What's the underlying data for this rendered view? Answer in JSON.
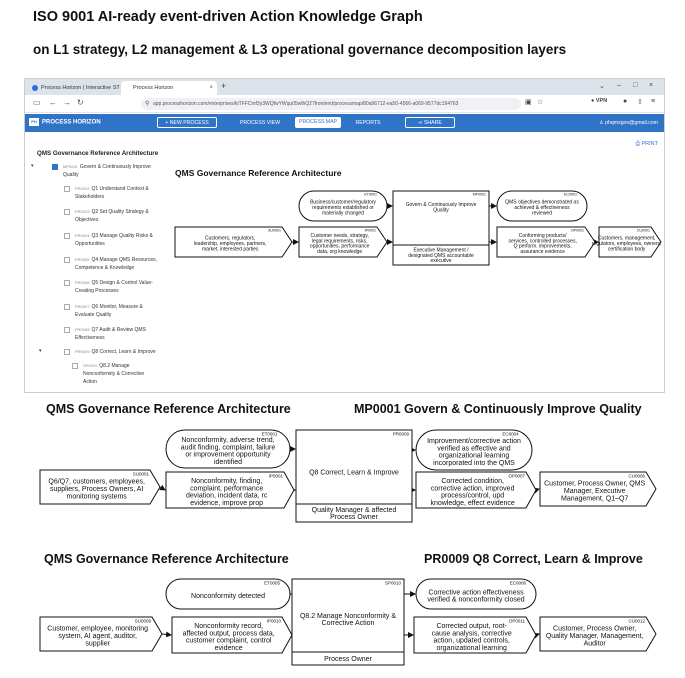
{
  "headings": {
    "line1": "ISO 9001 AI-ready event-driven Action Knowledge Graph",
    "line2": "on L1 strategy, L2 management & L3 operational governance decomposition layers"
  },
  "browser": {
    "tabs": [
      {
        "label": "Process Horizon | Interactive ST ×",
        "active": false
      },
      {
        "label": "Process Horizon",
        "active": true
      }
    ],
    "url": "app.processhorizon.com/enterprises/kiTFFCmf3y3WQfwYWqu05wlhQ27frontend/processmap/80a96712-ea50-4566-a069-9577dc194763",
    "vpn_label": "VPN"
  },
  "app": {
    "logo": "PROCESS HORIZON",
    "logo_mark": "PH",
    "new_process": "+ NEW PROCESS",
    "nav": [
      "PROCESS VIEW",
      "PROCESS MAP",
      "REPORTS"
    ],
    "share": "SHARE",
    "user": "phqmsgov@gmail.com",
    "print": "PRINT"
  },
  "sidebar": {
    "title": "QMS Governance Reference Architecture",
    "items": [
      {
        "code": "MP0001",
        "text": "Govern & Continuously Improve Quality",
        "checked": true
      },
      {
        "code": "PR0002",
        "text": "Q1 Understand Context & Stakeholders",
        "checked": false
      },
      {
        "code": "PR0003",
        "text": "Q2 Set Quality Strategy & Objectives",
        "checked": false
      },
      {
        "code": "PR0004",
        "text": "Q3 Manage Quality Risks & Opportunities",
        "checked": false
      },
      {
        "code": "PR0005",
        "text": "Q4 Manage QMS Resources, Competence & Knowledge",
        "checked": false
      },
      {
        "code": "PR0006",
        "text": "Q5 Design & Control Value-Creating Processes",
        "checked": false
      },
      {
        "code": "PR0007",
        "text": "Q6 Monitor, Measure & Evaluate Quality",
        "checked": false
      },
      {
        "code": "PR0008",
        "text": "Q7 Audit & Review QMS Effectiveness",
        "checked": false
      },
      {
        "code": "PR0009",
        "text": "Q8 Correct, Learn & Improve",
        "checked": false
      },
      {
        "code": "SP0010",
        "text": "Q8.2 Manage Nonconformity & Corrective Action",
        "checked": false
      }
    ]
  },
  "diagrams": [
    {
      "title": "QMS Governance Reference Architecture",
      "supplier": {
        "code": "SU0001",
        "lines": [
          "Customers, regulators,",
          "leadership, employees, partners,",
          "market, interested parties"
        ]
      },
      "trigger": {
        "code": "ET0001",
        "lines": [
          "Business/customer/regulatory",
          "requirements established or",
          "materially changed"
        ]
      },
      "input": {
        "code": "IP0001",
        "lines": [
          "Customer needs, strategy,",
          "legal requirements, risks,",
          "opportunities, performance",
          "data, org knowledge"
        ]
      },
      "process": {
        "code": "MP0001",
        "lines": [
          "Govern & Continuously Improve",
          "Quality"
        ]
      },
      "owner": {
        "lines": [
          "Executive Management /",
          "designated QMS accountable",
          "executive"
        ]
      },
      "result": {
        "code": "EC0001",
        "lines": [
          "QMS objectives demonstrated as",
          "achieved & effectiveness",
          "reviewed"
        ]
      },
      "output": {
        "code": "OP0001",
        "lines": [
          "Conforming products/",
          "services, controlled processes,",
          "Q perform. improvements,",
          "assurance evidence"
        ]
      },
      "customer": {
        "code": "CU0001",
        "lines": [
          "Customers, management,",
          "regulators, employees, owners,",
          "certification body"
        ]
      }
    },
    {
      "title_left": "QMS Governance Reference Architecture",
      "title_right": "MP0001 Govern & Continuously Improve Quality",
      "supplier": {
        "code": "SU0001",
        "lines": [
          "Q6/Q7, customers, employees,",
          "suppliers, Process Owners, AI",
          "monitoring systems"
        ]
      },
      "trigger": {
        "code": "ET0001",
        "lines": [
          "Nonconformity, adverse trend,",
          "audit finding, complaint, failure",
          "or improvement opportunity",
          "identified"
        ]
      },
      "input": {
        "code": "IP0001",
        "lines": [
          "Nonconformity, finding,",
          "complaint, performance",
          "deviation, incident data, rc",
          "evidence, improve prop"
        ]
      },
      "process": {
        "code": "PR0009",
        "lines": [
          "Q8 Correct, Learn & Improve"
        ]
      },
      "owner": {
        "lines": [
          "Quality Manager & affected",
          "Process Owner"
        ]
      },
      "result": {
        "code": "EC0004",
        "lines": [
          "Improvement/corrective action",
          "verified as effective and",
          "organizational learning",
          "incorporated into the QMS"
        ]
      },
      "output": {
        "code": "OP0007",
        "lines": [
          "Corrected condition,",
          "corrective action, improved",
          "process/control, upd",
          "knowledge, effect evidence"
        ]
      },
      "customer": {
        "code": "CU0006",
        "lines": [
          "Customer, Process Owner, QMS",
          "Manager, Executive",
          "Management, Q1–Q7"
        ]
      }
    },
    {
      "title_left": "QMS Governance Reference Architecture",
      "title_right": "PR0009 Q8 Correct, Learn & Improve",
      "supplier": {
        "code": "SU0009",
        "lines": [
          "Customer, employee, monitoring",
          "system, AI agent, auditor,",
          "supplier"
        ]
      },
      "trigger": {
        "code": "ET0005",
        "lines": [
          "Nonconformity detected"
        ]
      },
      "input": {
        "code": "IP0010",
        "lines": [
          "Nonconformity record,",
          "affected output, process data,",
          "customer complaint, control",
          "evidence"
        ]
      },
      "process": {
        "code": "SP0010",
        "lines": [
          "Q8.2 Manage Nonconformity &",
          "Corrective Action"
        ]
      },
      "owner": {
        "lines": [
          "Process Owner"
        ]
      },
      "result": {
        "code": "EC0006",
        "lines": [
          "Corrective action effectiveness",
          "verified & nonconformity closed"
        ]
      },
      "output": {
        "code": "OP0011",
        "lines": [
          "Corrected output, root-",
          "cause analysis, corrective",
          "action, updated controls,",
          "organizational learning"
        ]
      },
      "customer": {
        "code": "CU0012",
        "lines": [
          "Customer, Process Owner,",
          "Quality Manager, Management,",
          "Auditor"
        ]
      }
    }
  ]
}
